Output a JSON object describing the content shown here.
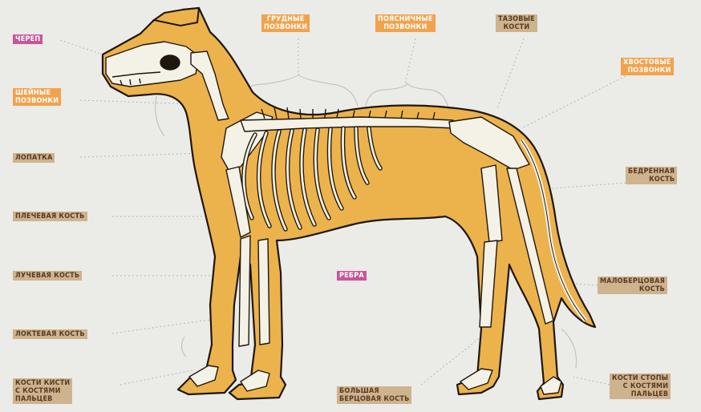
{
  "labels": {
    "skull": "ЧЕРЕП",
    "cervical": "ШЕЙНЫЕ\nПОЗВОНКИ",
    "scapula": "ЛОПАТКА",
    "humerus": "ПЛЕЧЕВАЯ КОСТЬ",
    "radius": "ЛУЧЕВАЯ КОСТЬ",
    "ulna": "ЛОКТЕВАЯ КОСТЬ",
    "forepaw": "КОСТИ КИСТИ\nС КОСТЯМИ\nПАЛЬЦЕВ",
    "thoracic": "ГРУДНЫЕ\nПОЗВОНКИ",
    "lumbar": "ПОЯСНИЧНЫЕ\nПОЗВОНКИ",
    "pelvis": "ТАЗОВЫЕ\nКОСТИ",
    "caudal": "ХВОСТОВЫЕ\nПОЗВОНКИ",
    "femur": "БЕДРЕННАЯ\nКОСТЬ",
    "ribs": "РЕБРА",
    "fibula": "МАЛОБЕРЦОВАЯ\nКОСТЬ",
    "tibia": "БОЛЬШАЯ\nБЕРЦОВАЯ КОСТЬ",
    "hindpaw": "КОСТИ СТОПЫ\nС КОСТЯМИ\nПАЛЬЦЕВ"
  },
  "colors": {
    "background": "#ebebe8",
    "body_fill": "#ecb24c",
    "outline": "#1e1710",
    "bone": "#f4f1e6",
    "tag_tan": "#cdb38e",
    "tag_orange": "#f2a24d",
    "tag_pink": "#c8559b"
  }
}
